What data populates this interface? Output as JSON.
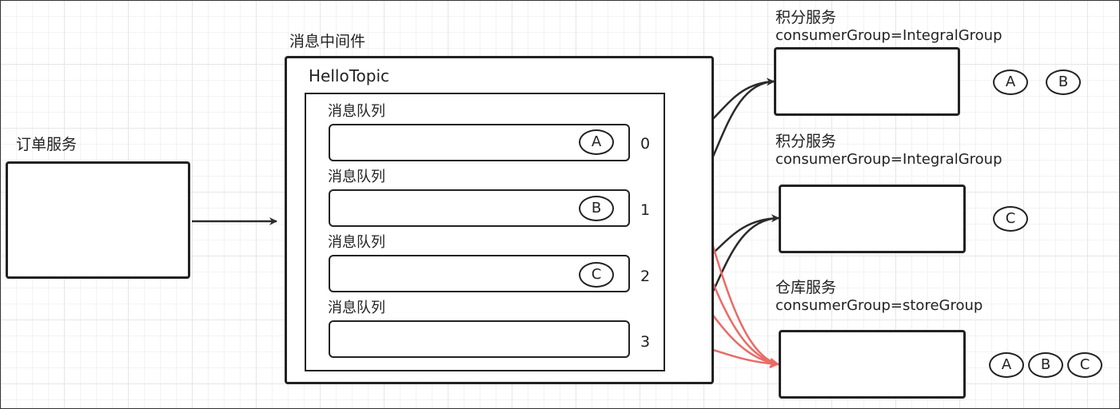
{
  "producer": {
    "label": "订单服务"
  },
  "middleware": {
    "label": "消息中间件",
    "topic": "HelloTopic",
    "queues": [
      {
        "label": "消息队列",
        "index": "0",
        "message": "A"
      },
      {
        "label": "消息队列",
        "index": "1",
        "message": "B"
      },
      {
        "label": "消息队列",
        "index": "2",
        "message": "C"
      },
      {
        "label": "消息队列",
        "index": "3",
        "message": ""
      }
    ]
  },
  "consumers": [
    {
      "name": "积分服务",
      "group": "consumerGroup=IntegralGroup",
      "messages": [
        "A",
        "B"
      ]
    },
    {
      "name": "积分服务",
      "group": "consumerGroup=IntegralGroup",
      "messages": [
        "C"
      ]
    },
    {
      "name": "仓库服务",
      "group": "consumerGroup=storeGroup",
      "messages": [
        "A",
        "B",
        "C"
      ]
    }
  ],
  "colors": {
    "line": "#2b2b2b",
    "broadcast_line": "#ea6b66",
    "border": "#222222"
  }
}
